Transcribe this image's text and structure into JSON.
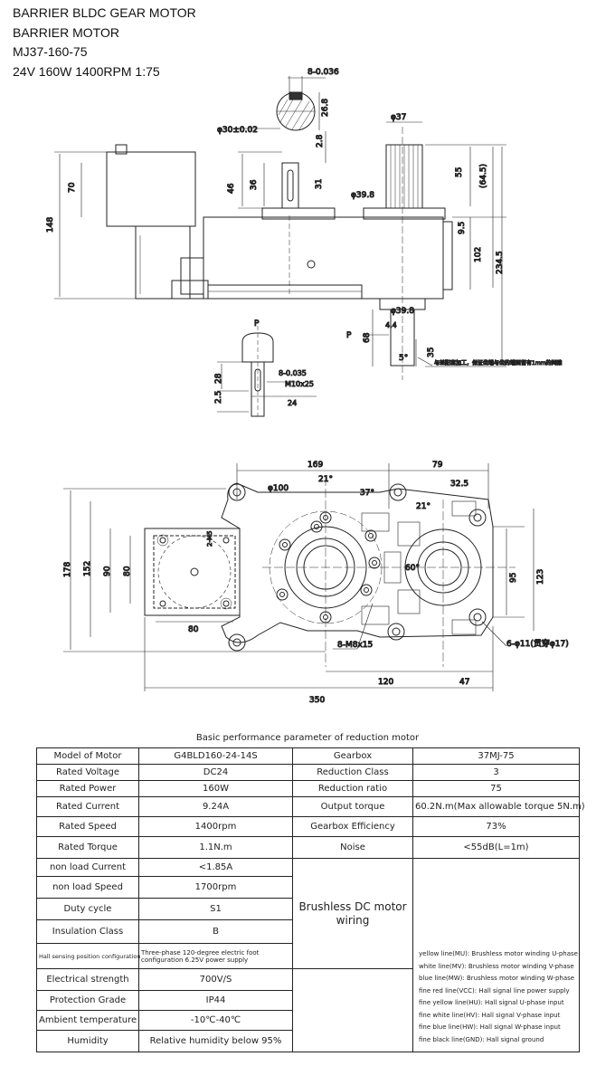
{
  "header": {
    "line1": "BARRIER BLDC GEAR MOTOR",
    "line2": "BARRIER MOTOR",
    "line3": "MJ37-160-75",
    "line4": "24V 160W  1400RPM  1:75"
  },
  "top_drawing": {
    "dims": {
      "key_width": "8-0.036",
      "key_depth": "26.8",
      "shaft_dia": "φ30±0.02",
      "d2_8": "2.8",
      "d46": "46",
      "d36": "36",
      "d31": "31",
      "d70": "70",
      "d148": "148",
      "d39_8_top": "φ39.8",
      "d37": "φ37",
      "d55": "55",
      "d64_5": "(64.5)",
      "d9_5": "9.5",
      "d102": "102",
      "d234_5": "234.5",
      "d39_8_bot": "φ39.8",
      "d4_4": "4.4",
      "d68": "68",
      "d35": "35",
      "d5deg": "5°",
      "note": "与差配套加工，保证齿端与齿的端面留有1mm的间隙",
      "p_top": "P",
      "p_side": "P",
      "d28": "28",
      "d8_small": "8-0.035",
      "d2_5": "2.5",
      "m10": "M10x25",
      "d24": "24"
    }
  },
  "bottom_drawing": {
    "dims": {
      "d169": "169",
      "d79": "79",
      "d21a": "21°",
      "d100": "φ100",
      "d37deg": "37°",
      "d32_5": "32.5",
      "d21b": "21°",
      "d178": "178",
      "d152": "152",
      "d90": "90",
      "d80": "80",
      "d80b": "80",
      "d95": "95",
      "d123": "123",
      "d60": "60°",
      "d8m8": "8-M8x15",
      "d6holes": "6-φ11(贯穿φ17)",
      "d120": "120",
      "d47": "47",
      "d350": "350",
      "d2m5": "2-M5"
    }
  },
  "table": {
    "caption": "Basic performance parameter of reduction motor",
    "rows": [
      {
        "l1": "Model of Motor",
        "v1": "G4BLD160-24-14S",
        "l2": "Gearbox",
        "v2": "37MJ-75"
      },
      {
        "l1": "Rated Voltage",
        "v1": "DC24",
        "l2": "Reduction Class",
        "v2": "3"
      },
      {
        "l1": "Rated Power",
        "v1": "160W",
        "l2": "Reduction ratio",
        "v2": "75"
      },
      {
        "l1": "Rated Current",
        "v1": "9.24A",
        "l2": "Output torque",
        "v2": "60.2N.m(Max allowable torque 5N.m)"
      },
      {
        "l1": "Rated Speed",
        "v1": "1400rpm",
        "l2": "Gearbox Efficiency",
        "v2": "73%"
      },
      {
        "l1": "Rated Torque",
        "v1": "1.1N.m",
        "l2": "Noise",
        "v2": "<55dB(L=1m)"
      },
      {
        "l1": "non load Current",
        "v1": "<1.85A"
      },
      {
        "l1": "non load Speed",
        "v1": "1700rpm"
      },
      {
        "l1": "Duty cycle",
        "v1": "S1"
      },
      {
        "l1": "Insulation Class",
        "v1": "B"
      },
      {
        "l1": "Hall sensing position configuration",
        "v1": "Three-phase 120-degree electric foot configuration 6.25V power supply"
      },
      {
        "l1": "Electrical strength",
        "v1": "700V/S"
      },
      {
        "l1": "Protection Grade",
        "v1": "IP44"
      },
      {
        "l1": "Ambient temperature",
        "v1": "-10℃-40℃"
      },
      {
        "l1": "Humidity",
        "v1": "Relative humidity below 95%"
      }
    ],
    "wiring_title": "Brushless DC motor wiring",
    "wiring": [
      "yellow line(MU): Brushless motor winding U-phase",
      "white line(MV): Brushless motor winding V-phase",
      "blue line(MW): Brushless motor winding W-phase",
      "fine red line(VCC): Hall signal line power supply",
      "fine yellow line(HU): Hall signal U-phase input",
      "fine white line(HV): Hall signal V-phase input",
      "fine blue line(HW): Hall signal W-phase input",
      "fine black line(GND): Hall signal ground"
    ]
  }
}
